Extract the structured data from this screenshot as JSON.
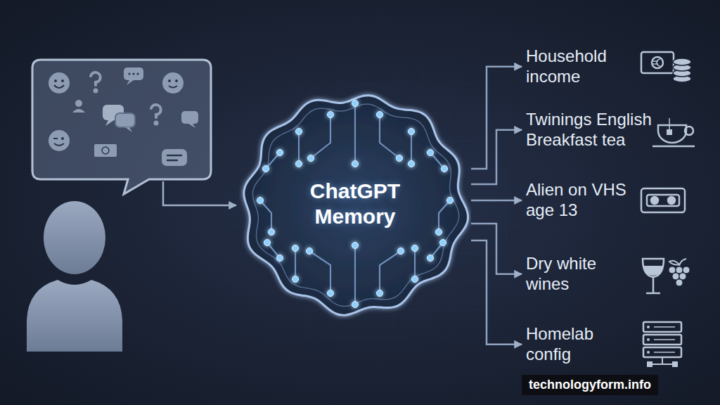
{
  "diagram": {
    "nodes": [
      {
        "text": [
          "ChatGPT Memory"
        ]
      },
      {
        "text": [
          "Household income"
        ]
      },
      {
        "text": [
          "Twinings English Breakfast tea"
        ]
      },
      {
        "text": [
          "Alien on VHS age 13"
        ]
      },
      {
        "text": [
          "Dry white wines"
        ]
      },
      {
        "text": [
          "Homelab config"
        ]
      }
    ],
    "edges": [
      {
        "from": 0,
        "to": 1,
        "arrow": "to"
      },
      {
        "from": 0,
        "to": 2,
        "arrow": "to"
      },
      {
        "from": 0,
        "to": 3,
        "arrow": "to"
      },
      {
        "from": 0,
        "to": 4,
        "arrow": "to"
      },
      {
        "from": 0,
        "to": 5,
        "arrow": "to"
      }
    ],
    "labels": [
      "technologyform.info"
    ]
  }
}
